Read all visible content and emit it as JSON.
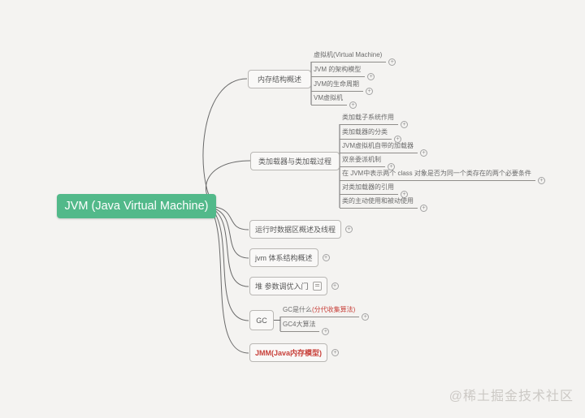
{
  "root": {
    "label": "JVM (Java Virtual Machine)"
  },
  "branches": [
    {
      "label": "内存结构概述",
      "children": [
        {
          "label": "虚拟机(Virtual Machine)"
        },
        {
          "label": "JVM 的架构模型"
        },
        {
          "label": "JVM的生命周期"
        },
        {
          "label": "VM虚拟机"
        }
      ]
    },
    {
      "label": "类加载器与类加载过程",
      "children": [
        {
          "label": "类加载子系统作用"
        },
        {
          "label": "类加载器的分类"
        },
        {
          "label": "JVM虚拟机自带的加载器"
        },
        {
          "label": "双亲委派机制"
        },
        {
          "label": "在 JVM中表示两个 class 对象是否为同一个类存在的两个必要条件"
        },
        {
          "label": "对类加载器的引用"
        },
        {
          "label": "类的主动使用和被动使用"
        }
      ]
    },
    {
      "label": "运行时数据区概述及线程"
    },
    {
      "label": "jvm 体系结构概述"
    },
    {
      "label": "堆 参数调优入门"
    },
    {
      "label": "GC",
      "children": [
        {
          "label_prefix": "GC是什么",
          "label_red": "(分代收集算法)"
        },
        {
          "label": "GC4大算法"
        }
      ]
    },
    {
      "label": "JMM(Java内存模型)"
    }
  ],
  "icons": {
    "plus": "+"
  },
  "colors": {
    "root_bg": "#52b98a",
    "red_text": "#c8403a",
    "line": "#6a6a6a",
    "background": "#f4f3f1"
  },
  "watermark": "@稀土掘金技术社区"
}
